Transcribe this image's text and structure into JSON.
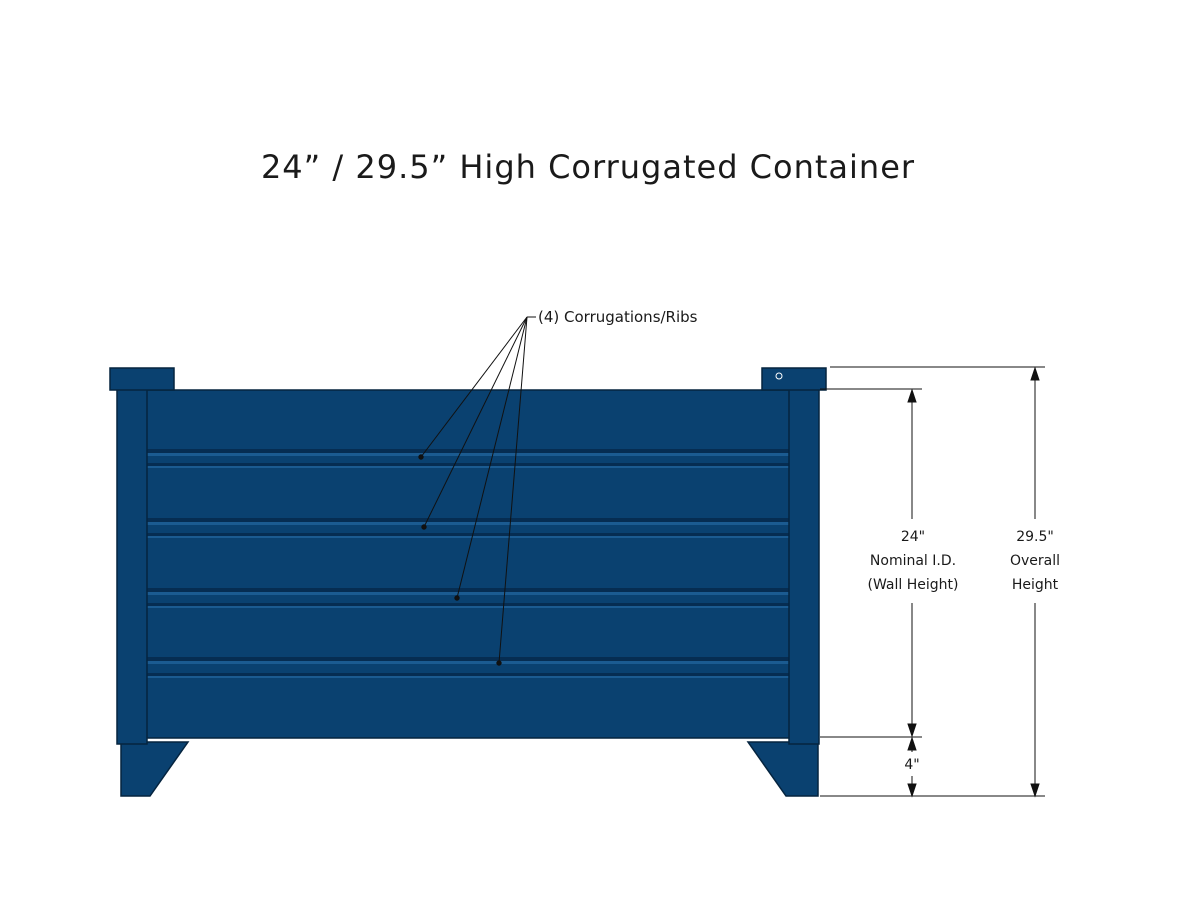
{
  "title": "24” / 29.5” High Corrugated Container",
  "callout": {
    "label": "(4) Corrugations/Ribs",
    "count": 4
  },
  "dimensions": {
    "wall": {
      "value": "24\"",
      "line1": "Nominal I.D.",
      "line2": "(Wall Height)"
    },
    "overall": {
      "value": "29.5\"",
      "line1": "Overall",
      "line2": "Height"
    },
    "leg": {
      "value": "4\""
    }
  },
  "colors": {
    "body": "#0a4170",
    "rib_shadow": "#062d52",
    "rib_highlight": "#1b5b91",
    "outline": "#05243f",
    "line": "#111111"
  }
}
